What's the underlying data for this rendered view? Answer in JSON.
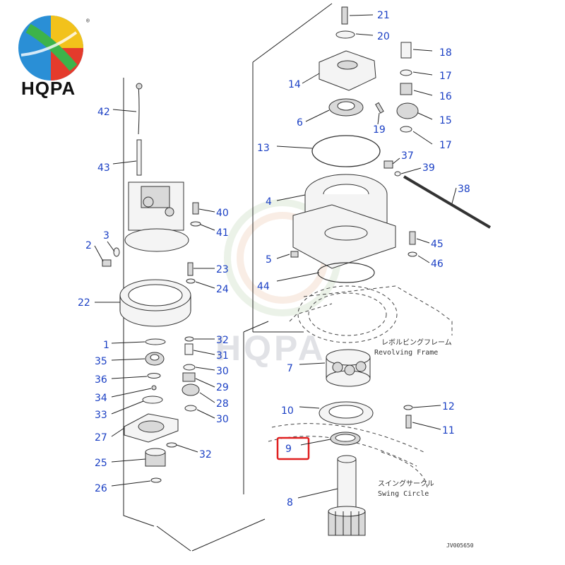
{
  "brand": {
    "name": "HQPA",
    "registered_mark": "®",
    "watermark": "HQPA"
  },
  "labels": {
    "revolving_frame_jp": "レボルビングフレーム",
    "revolving_frame_en": "Revolving Frame",
    "swing_circle_jp": "スイングサークル",
    "swing_circle_en": "Swing Circle",
    "drawing_code": "JV005650"
  },
  "highlighted_part": "9",
  "colors": {
    "label": "#1a3fc4",
    "highlight": "#e02020",
    "line": "#222222"
  },
  "parts": [
    "1",
    "2",
    "3",
    "4",
    "5",
    "6",
    "7",
    "8",
    "9",
    "10",
    "11",
    "12",
    "13",
    "14",
    "15",
    "16",
    "17",
    "18",
    "19",
    "20",
    "21",
    "22",
    "23",
    "24",
    "25",
    "26",
    "27",
    "28",
    "29",
    "30",
    "31",
    "32",
    "33",
    "34",
    "35",
    "36",
    "37",
    "38",
    "39",
    "40",
    "41",
    "42",
    "43",
    "44",
    "45",
    "46"
  ]
}
